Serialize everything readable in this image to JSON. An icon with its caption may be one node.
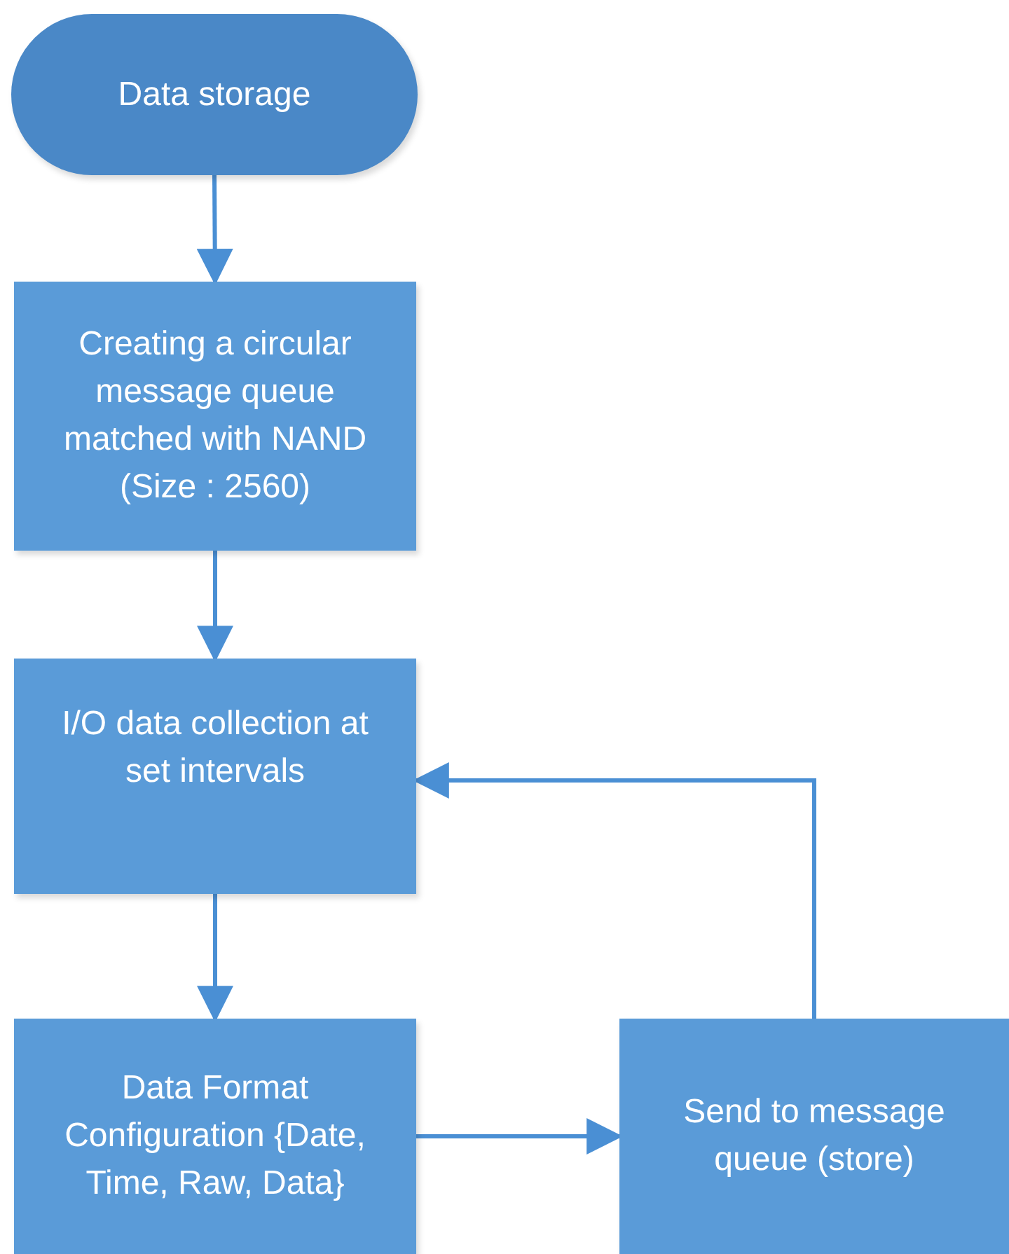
{
  "diagram": {
    "nodes": [
      {
        "text": [
          "Data storage"
        ]
      },
      {
        "text": [
          "Creating a circular message queue matched with NAND (Size : 2560)"
        ]
      },
      {
        "text": [
          "I/O data collection at set intervals"
        ]
      },
      {
        "text": [
          "Data Format Configuration {Date, Time, Raw, Data}"
        ]
      },
      {
        "text": [
          "Send to message queue (store)"
        ]
      }
    ],
    "edges": [
      {
        "from": 0,
        "to": 1,
        "arrow": "to"
      },
      {
        "from": 1,
        "to": 2,
        "arrow": "to"
      },
      {
        "from": 2,
        "to": 3,
        "arrow": "to"
      },
      {
        "from": 3,
        "to": 4,
        "arrow": "to"
      },
      {
        "from": 4,
        "to": 2,
        "arrow": "to"
      }
    ]
  }
}
